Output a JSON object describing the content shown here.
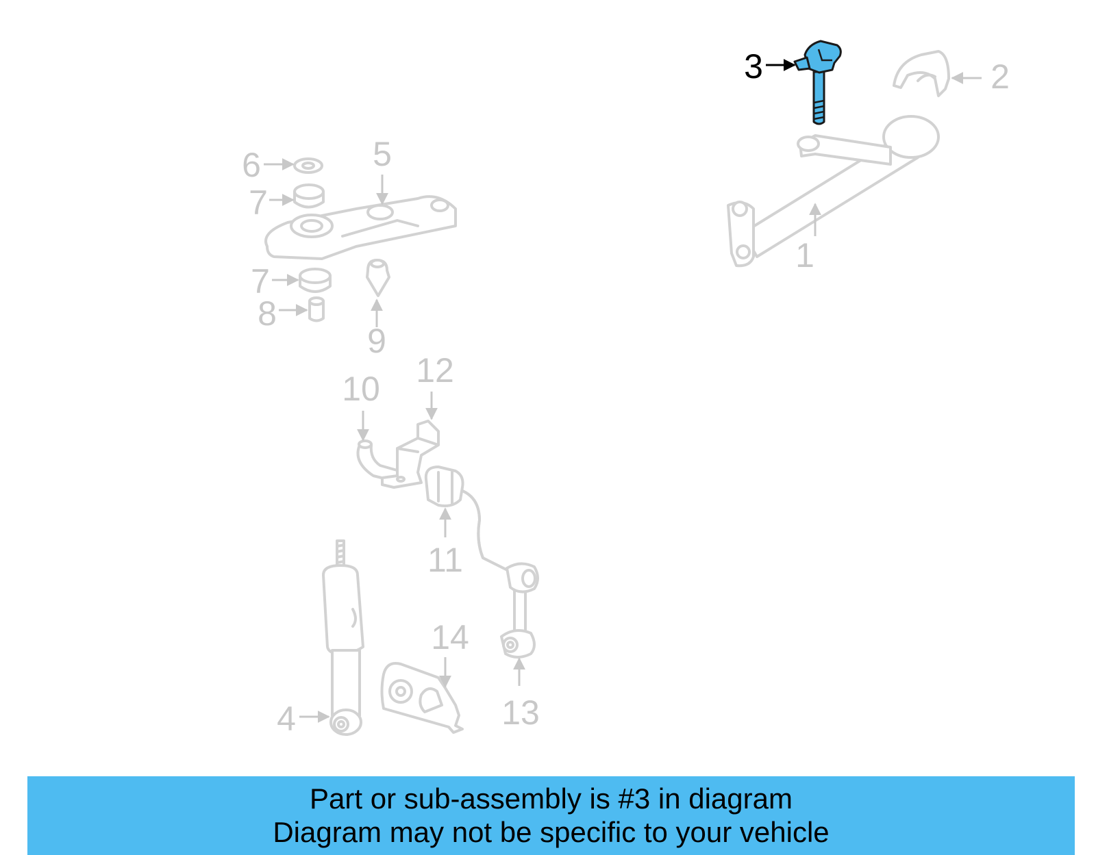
{
  "callouts": {
    "c1": "1",
    "c2": "2",
    "c3": "3",
    "c4": "4",
    "c5": "5",
    "c6": "6",
    "c7a": "7",
    "c7b": "7",
    "c8": "8",
    "c9": "9",
    "c10": "10",
    "c11": "11",
    "c12": "12",
    "c13": "13",
    "c14": "14"
  },
  "highlighted_part": "3",
  "colors": {
    "highlight": "#4fb8ea",
    "banner": "#4ebbf1",
    "inactive": "#c8c8c8"
  },
  "banner": {
    "line1": "Part or sub-assembly is #3 in diagram",
    "line2": "Diagram may not be specific to your vehicle"
  }
}
